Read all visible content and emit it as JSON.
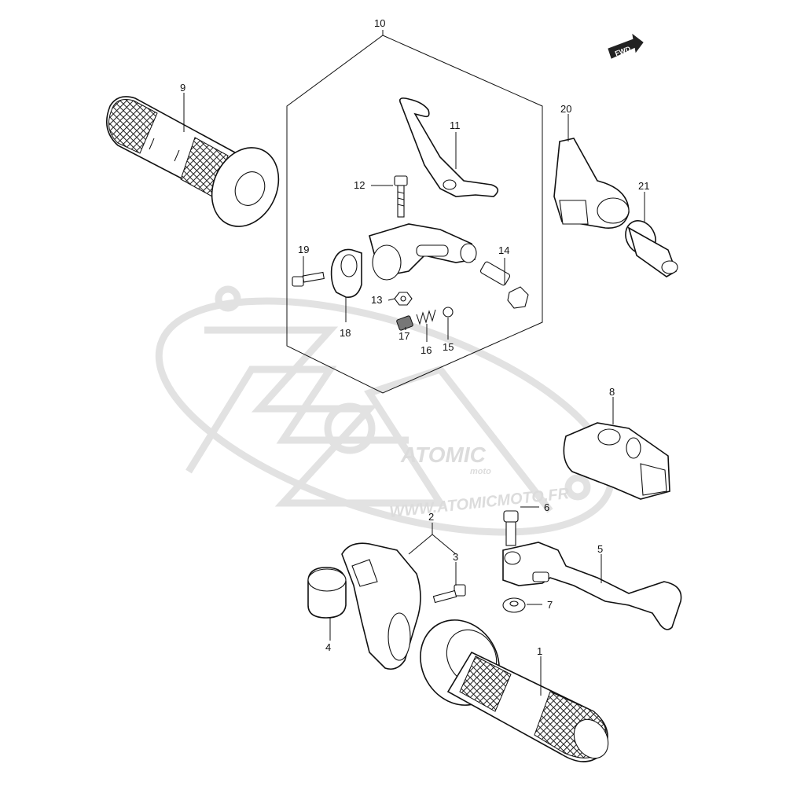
{
  "diagram": {
    "callouts": [
      {
        "id": "c1",
        "label": "1"
      },
      {
        "id": "c2",
        "label": "2"
      },
      {
        "id": "c3",
        "label": "3"
      },
      {
        "id": "c4",
        "label": "4"
      },
      {
        "id": "c5",
        "label": "5"
      },
      {
        "id": "c6",
        "label": "6"
      },
      {
        "id": "c7",
        "label": "7"
      },
      {
        "id": "c8",
        "label": "8"
      },
      {
        "id": "c9",
        "label": "9"
      },
      {
        "id": "c10",
        "label": "10"
      },
      {
        "id": "c11",
        "label": "11"
      },
      {
        "id": "c12",
        "label": "12"
      },
      {
        "id": "c13",
        "label": "13"
      },
      {
        "id": "c14",
        "label": "14"
      },
      {
        "id": "c15",
        "label": "15"
      },
      {
        "id": "c16",
        "label": "16"
      },
      {
        "id": "c17",
        "label": "17"
      },
      {
        "id": "c18",
        "label": "18"
      },
      {
        "id": "c19",
        "label": "19"
      },
      {
        "id": "c20",
        "label": "20"
      },
      {
        "id": "c21",
        "label": "21"
      }
    ],
    "direction_badge": "FWD",
    "watermark": {
      "brand": "ATOMIC",
      "brand_sub": "moto",
      "url": "WWW.ATOMICMOTO.FR"
    }
  }
}
